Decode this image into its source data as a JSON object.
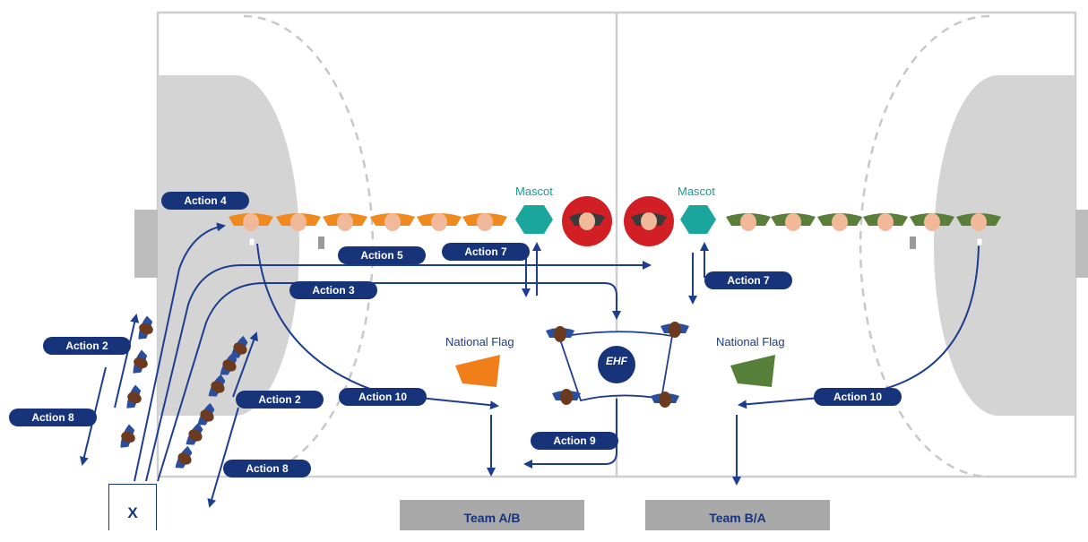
{
  "actions": {
    "a2_left": "Action 2",
    "a2_right": "Action 2",
    "a3": "Action 3",
    "a4": "Action 4",
    "a5": "Action 5",
    "a7_left": "Action 7",
    "a7_right": "Action 7",
    "a8_left": "Action 8",
    "a8_right": "Action 8",
    "a9": "Action 9",
    "a10_left": "Action 10",
    "a10_right": "Action 10"
  },
  "labels": {
    "mascot_left": "Mascot",
    "mascot_right": "Mascot",
    "flag_left": "National Flag",
    "flag_right": "National Flag",
    "x_box": "X",
    "ehf": "EHF"
  },
  "teams": {
    "left": "Team A/B",
    "right": "Team B/A"
  },
  "colors": {
    "team_a": "#f08a1e",
    "team_b": "#5a7f3a",
    "referee": "#d21f26",
    "mascot": "#1aa69c",
    "navy": "#17347a",
    "court_line": "#cfcfcf",
    "goal_area": "#d4d4d4"
  },
  "counts": {
    "team_a_players": 6,
    "team_b_players": 6,
    "referees": 2,
    "flag_bearers": 4
  }
}
